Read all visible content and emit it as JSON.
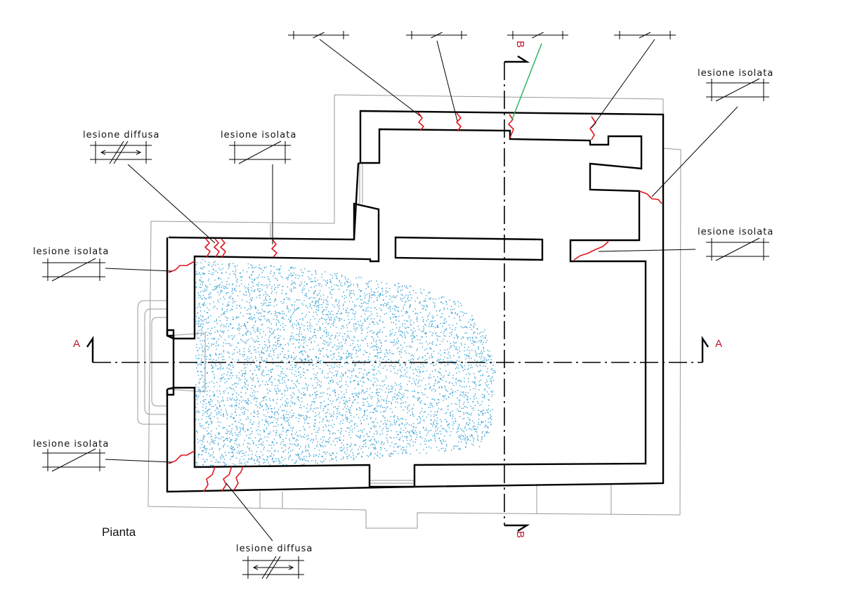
{
  "title": "Pianta",
  "section_markers": {
    "a_left": "A",
    "a_right": "A",
    "b_top": "B",
    "b_bottom": "B"
  },
  "labels": {
    "isolata_1": "lesione  isolata",
    "isolata_2": "lesione  isolata",
    "isolata_3": "lesione  isolata",
    "isolata_4": "lesione  isolata",
    "isolata_5": "lesione  isolata",
    "diffusa_1": "lesione  diffusa",
    "diffusa_2": "lesione  diffusa"
  },
  "colors": {
    "walls": "#000000",
    "cracks": "#e0141e",
    "section_letters": "#c0142b",
    "damp_area": "#3aa3d4",
    "highlight_leader": "#1fb35a",
    "context_outline": "#9a9a9a"
  }
}
